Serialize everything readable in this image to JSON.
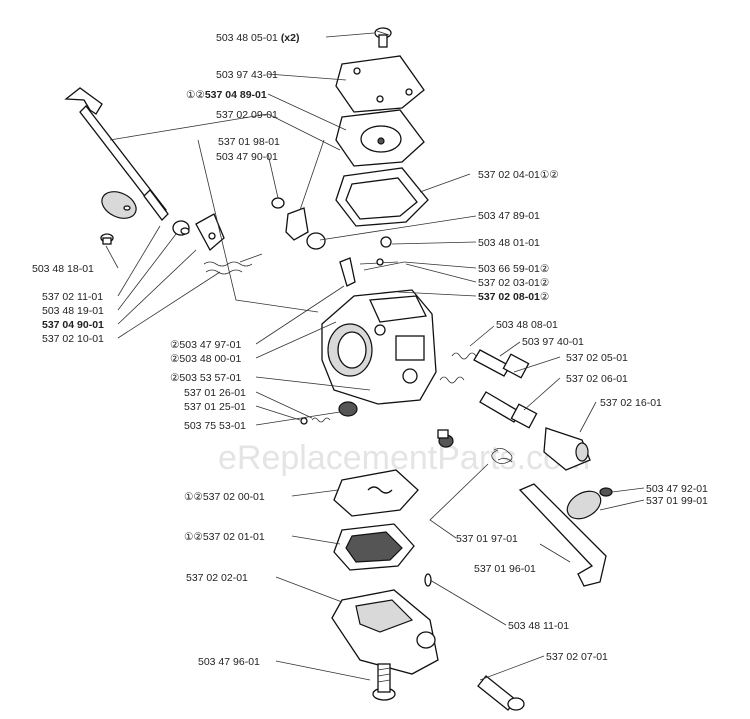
{
  "watermark": "eReplacementParts.com",
  "labels": {
    "p503480501": {
      "num": "503 48 05-01",
      "extra": "(x2)"
    },
    "p503974301": {
      "num": "503 97 43-01"
    },
    "p537048901": {
      "num": "537 04 89-01",
      "prefix": "①②"
    },
    "p537020901": {
      "num": "537 02 09-01"
    },
    "p537019801": {
      "num": "537 01 98-01"
    },
    "p503479001": {
      "num": "503 47 90-01"
    },
    "p537020401": {
      "num": "537 02 04-01",
      "suffix": "①②"
    },
    "p503478901": {
      "num": "503 47 89-01"
    },
    "p503480101": {
      "num": "503 48 01-01"
    },
    "p503481801": {
      "num": "503 48 18-01"
    },
    "p503665901": {
      "num": "503 66 59-01",
      "suffix": "②"
    },
    "p537020301": {
      "num": "537 02 03-01",
      "suffix": "②"
    },
    "p537020801": {
      "num": "537 02 08-01",
      "suffix": "②"
    },
    "p537021101": {
      "num": "537 02 11-01"
    },
    "p503481901": {
      "num": "503 48 19-01"
    },
    "p537049001": {
      "num": "537 04 90-01"
    },
    "p537021001": {
      "num": "537 02 10-01"
    },
    "p503480801": {
      "num": "503 48 08-01"
    },
    "p503479701": {
      "num": "503 47 97-01",
      "prefix": "②"
    },
    "p503974001": {
      "num": "503 97 40-01"
    },
    "p503480001": {
      "num": "503 48 00-01",
      "prefix": "②"
    },
    "p537020501": {
      "num": "537 02 05-01"
    },
    "p503535701": {
      "num": "503 53 57-01",
      "prefix": "②"
    },
    "p537020601": {
      "num": "537 02 06-01"
    },
    "p537012601": {
      "num": "537 01 26-01"
    },
    "p537012501": {
      "num": "537 01 25-01"
    },
    "p537021601": {
      "num": "537 02 16-01"
    },
    "p503755301": {
      "num": "503 75 53-01"
    },
    "p503479201": {
      "num": "503 47 92-01"
    },
    "p537020001": {
      "num": "537 02 00-01",
      "prefix": "①②"
    },
    "p537019901": {
      "num": "537 01 99-01"
    },
    "p537019701": {
      "num": "537 01 97-01"
    },
    "p537020101": {
      "num": "537 02 01-01",
      "prefix": "①②"
    },
    "p537019601": {
      "num": "537 01 96-01"
    },
    "p537020201": {
      "num": "537 02 02-01"
    },
    "p503481101": {
      "num": "503 48 11-01"
    },
    "p503479601": {
      "num": "503 47 96-01"
    },
    "p537020701": {
      "num": "537 02 07-01"
    }
  }
}
